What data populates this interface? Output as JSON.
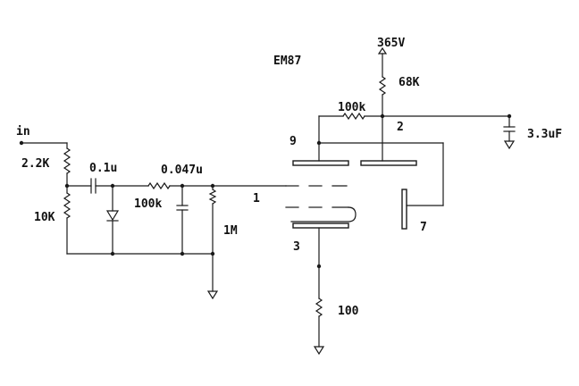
{
  "labels": {
    "input": "in",
    "r_input": "2.2K",
    "r_divider": "10K",
    "c_coupling": "0.1u",
    "c_filter": "0.047u",
    "r_filter": "100k",
    "r_grid": "1M",
    "pin_grid": "1",
    "tube": "EM87",
    "supply": "365V",
    "r_anode": "68K",
    "r_feedback": "100k",
    "pin_anode": "2",
    "c_bypass": "3.3uF",
    "pin_target": "9",
    "pin_deflector": "7",
    "pin_cathode": "3",
    "r_cathode": "100"
  },
  "icons": [
    "resistor-icon",
    "capacitor-icon",
    "diode-icon",
    "ground-icon",
    "supply-arrow-icon",
    "tube-electrode-icon"
  ]
}
